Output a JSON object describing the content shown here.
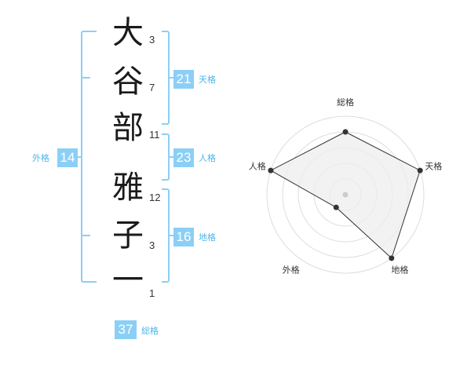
{
  "name": {
    "characters": [
      {
        "char": "大",
        "strokes": "3"
      },
      {
        "char": "谷",
        "strokes": "7"
      },
      {
        "char": "部",
        "strokes": "11"
      },
      {
        "char": "雅",
        "strokes": "12"
      },
      {
        "char": "子",
        "strokes": "3"
      },
      {
        "char": "一",
        "strokes": "1"
      }
    ]
  },
  "fortunes": {
    "tenkaku": {
      "value": "21",
      "label": "天格"
    },
    "jinkaku": {
      "value": "23",
      "label": "人格"
    },
    "chikaku": {
      "value": "16",
      "label": "地格"
    },
    "gaikaku": {
      "value": "14",
      "label": "外格"
    },
    "soukaku": {
      "value": "37",
      "label": "総格"
    }
  },
  "radar": {
    "axes": [
      "総格",
      "天格",
      "地格",
      "外格",
      "人格"
    ],
    "levels": 5,
    "scores": [
      4,
      5,
      5,
      1,
      5
    ],
    "colors": {
      "fill": "#eeeeee",
      "line": "#333333",
      "grid": "#dddddd",
      "center": "#cccccc"
    }
  },
  "colors": {
    "accent": "#8ccff6",
    "label_text": "#4fb5ea"
  }
}
